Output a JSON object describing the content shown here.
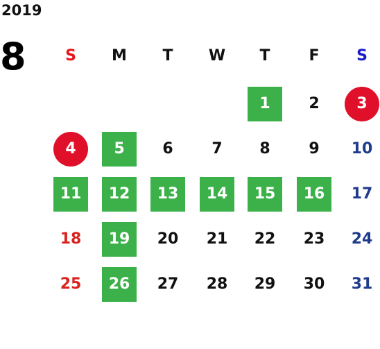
{
  "year": "2019",
  "month": "8",
  "weekdays": [
    "S",
    "M",
    "T",
    "W",
    "T",
    "F",
    "S"
  ],
  "colors": {
    "green_highlight": "#3cb14a",
    "red_highlight": "#e0102a",
    "sunday_text": "#d8231f",
    "saturday_text": "#1f3b8c"
  },
  "weeks": [
    [
      null,
      null,
      null,
      null,
      {
        "d": "1",
        "mark": "green"
      },
      {
        "d": "2"
      },
      {
        "d": "3",
        "mark": "red"
      }
    ],
    [
      {
        "d": "4",
        "mark": "red"
      },
      {
        "d": "5",
        "mark": "green"
      },
      {
        "d": "6"
      },
      {
        "d": "7"
      },
      {
        "d": "8"
      },
      {
        "d": "9"
      },
      {
        "d": "10"
      }
    ],
    [
      {
        "d": "11",
        "mark": "green"
      },
      {
        "d": "12",
        "mark": "green"
      },
      {
        "d": "13",
        "mark": "green"
      },
      {
        "d": "14",
        "mark": "green"
      },
      {
        "d": "15",
        "mark": "green"
      },
      {
        "d": "16",
        "mark": "green"
      },
      {
        "d": "17"
      }
    ],
    [
      {
        "d": "18"
      },
      {
        "d": "19",
        "mark": "green"
      },
      {
        "d": "20"
      },
      {
        "d": "21"
      },
      {
        "d": "22"
      },
      {
        "d": "23"
      },
      {
        "d": "24"
      }
    ],
    [
      {
        "d": "25"
      },
      {
        "d": "26",
        "mark": "green"
      },
      {
        "d": "27"
      },
      {
        "d": "28"
      },
      {
        "d": "29"
      },
      {
        "d": "30"
      },
      {
        "d": "31"
      }
    ]
  ]
}
